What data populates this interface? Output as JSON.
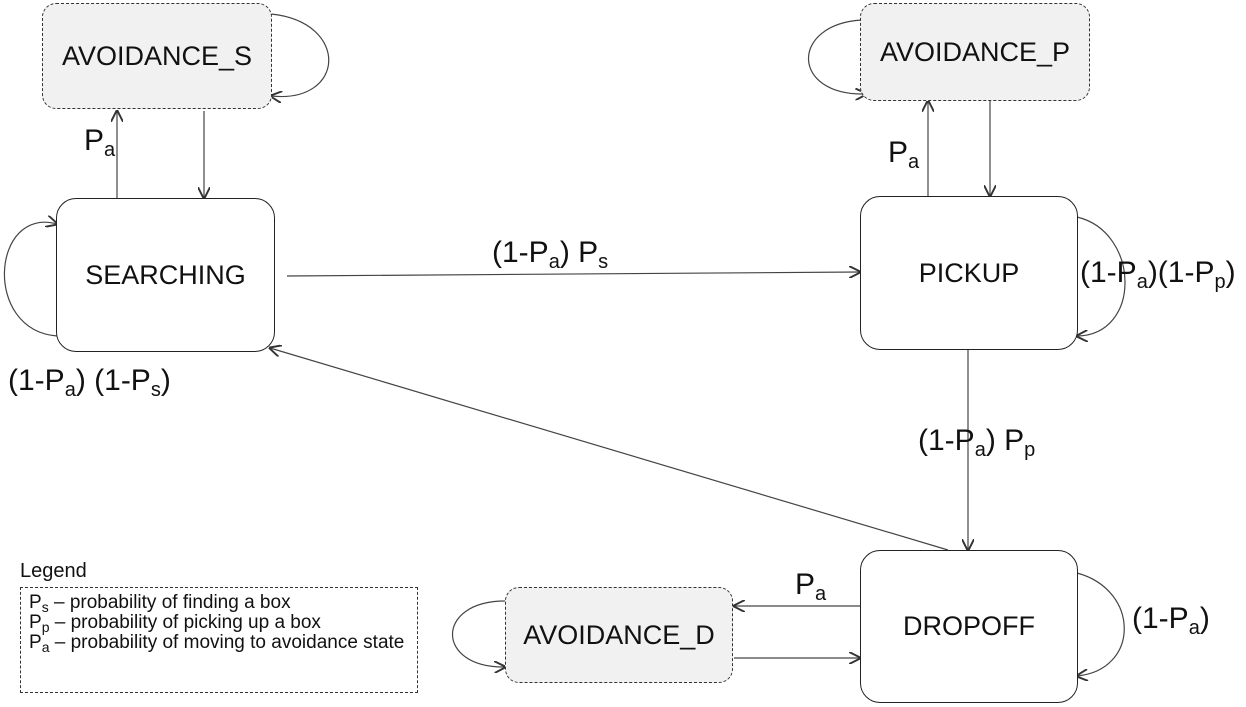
{
  "states": {
    "searching": "SEARCHING",
    "pickup": "PICKUP",
    "dropoff": "DROPOFF",
    "avoidance_s": "AVOIDANCE_S",
    "avoidance_p": "AVOIDANCE_P",
    "avoidance_d": "AVOIDANCE_D"
  },
  "transitions": {
    "searching_to_avoid_s": {
      "base": "P",
      "sub": "a"
    },
    "pickup_to_avoid_p": {
      "base": "P",
      "sub": "a"
    },
    "dropoff_to_avoid_d": {
      "base": "P",
      "sub": "a"
    },
    "searching_to_pickup": {
      "p1": "(1-P",
      "s1": "a",
      "p2": ") P",
      "s2": "s"
    },
    "searching_self": {
      "p1": "(1-P",
      "s1": "a",
      "p2": ") (1-P",
      "s2": "s",
      "p3": ")"
    },
    "pickup_self": {
      "p1": "(1-P",
      "s1": "a",
      "p2": ")(1-P",
      "s2": "p",
      "p3": ")"
    },
    "pickup_to_dropoff": {
      "p1": "(1-P",
      "s1": "a",
      "p2": ") P",
      "s2": "p"
    },
    "dropoff_self": {
      "p1": "(1-P",
      "s1": "a",
      "p2": ")"
    }
  },
  "legend": {
    "title": "Legend",
    "items": [
      {
        "symbol": "P",
        "sub": "s",
        "sep": " – ",
        "text": "probability of finding a box"
      },
      {
        "symbol": "P",
        "sub": "p",
        "sep": " – ",
        "text": "probability of picking up a box"
      },
      {
        "symbol": "P",
        "sub": "a",
        "sep": " – ",
        "text": "probability of moving to avoidance state"
      }
    ]
  }
}
